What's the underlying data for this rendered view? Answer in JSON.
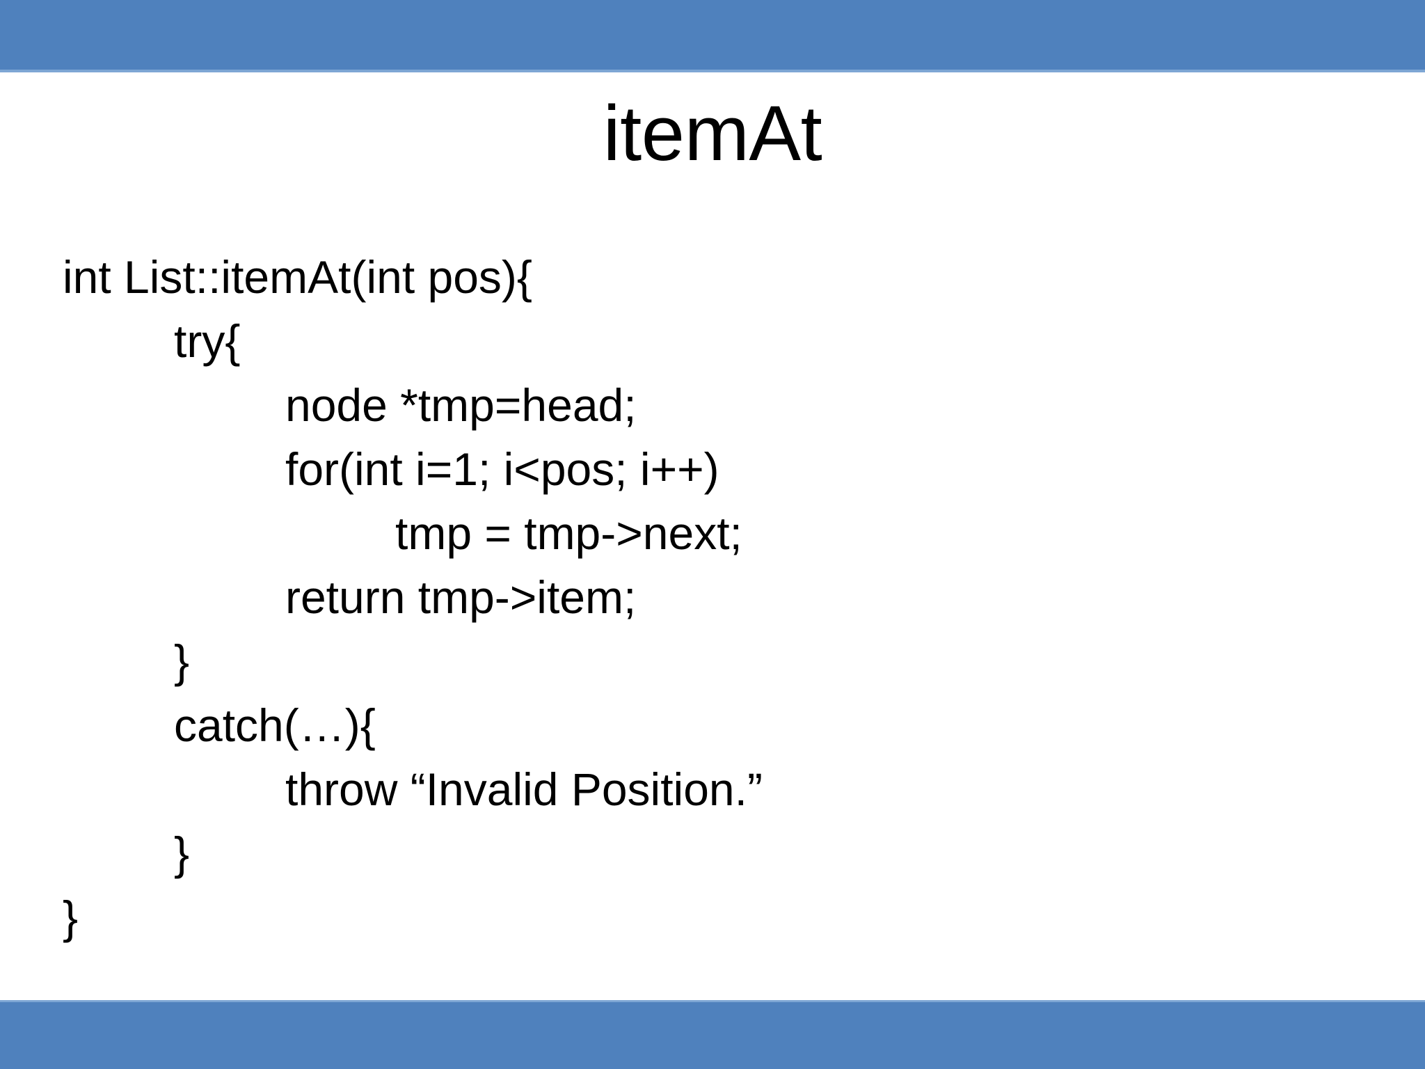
{
  "slide": {
    "title": "itemAt",
    "background_color": "#FFFFFF",
    "accent_color": "#4F81BD",
    "accent_edge_color": "#7EA6D4",
    "text_color": "#000000"
  },
  "bands": {
    "top_label": "top-accent-band",
    "bottom_label": "bottom-accent-band"
  },
  "code": {
    "language": "C++",
    "lines": [
      {
        "indent": 0,
        "text": "int List::itemAt(int pos){"
      },
      {
        "indent": 1,
        "text": "try{"
      },
      {
        "indent": 2,
        "text": "node *tmp=head;"
      },
      {
        "indent": 2,
        "text": "for(int i=1; i<pos; i++)"
      },
      {
        "indent": 3,
        "text": "tmp = tmp->next;"
      },
      {
        "indent": 2,
        "text": "return tmp->item;"
      },
      {
        "indent": 1,
        "text": "}"
      },
      {
        "indent": 1,
        "text": "catch(…){"
      },
      {
        "indent": 2,
        "text": "throw “Invalid Position.”"
      },
      {
        "indent": 1,
        "text": "}"
      },
      {
        "indent": 0,
        "text": "}"
      }
    ]
  }
}
